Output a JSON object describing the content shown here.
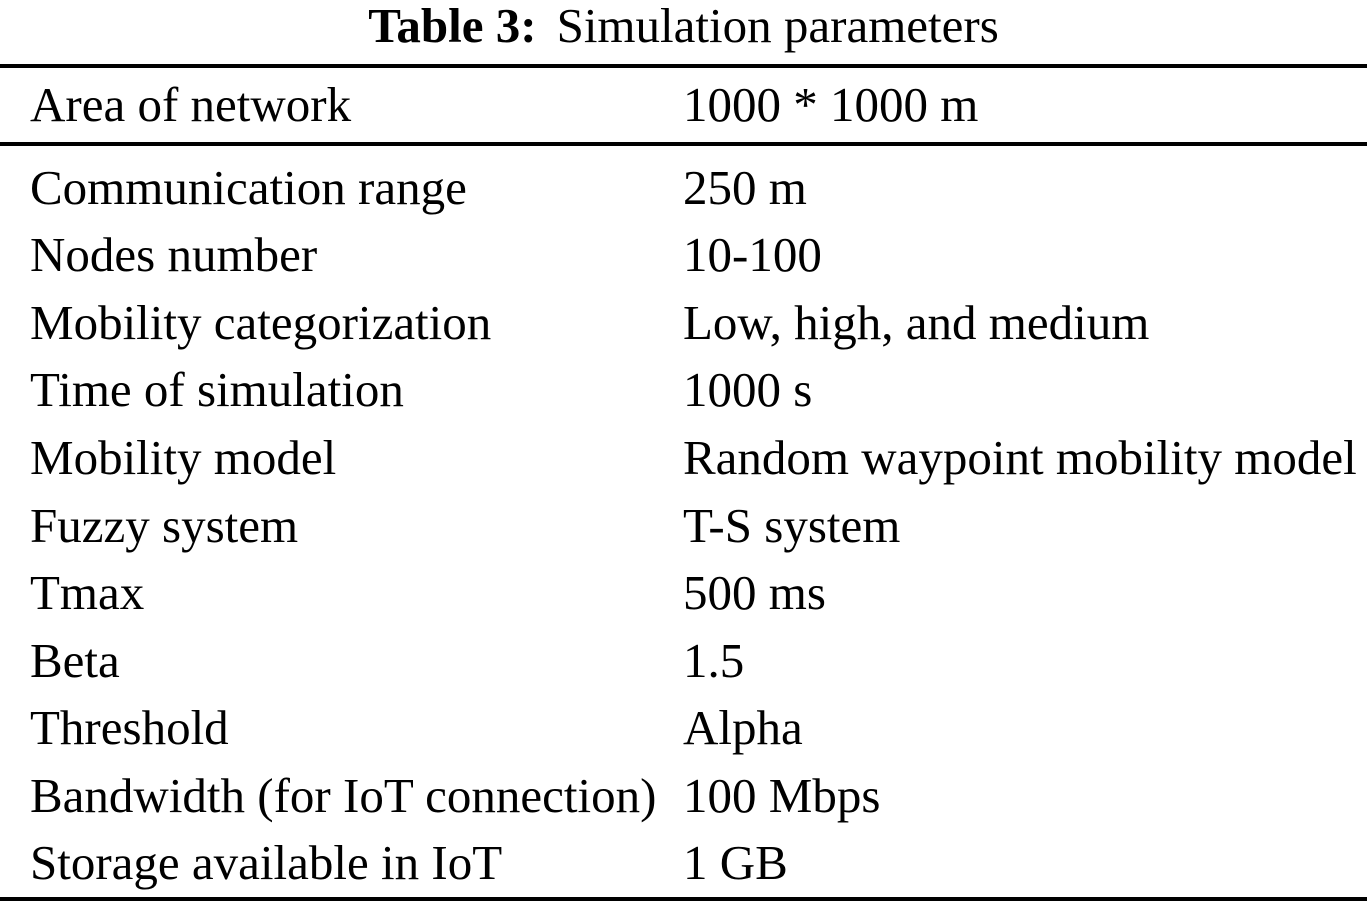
{
  "page": {
    "background": "#ffffff",
    "text_color": "#000000",
    "rule_color": "#000000"
  },
  "caption": {
    "label": "Table 3:",
    "title": "Simulation parameters"
  },
  "table": {
    "columns": [
      "parameter",
      "value"
    ],
    "rows": [
      {
        "parameter": "Area of network",
        "value": "1000 * 1000 m"
      },
      {
        "parameter": "Communication range",
        "value": "250 m"
      },
      {
        "parameter": "Nodes number",
        "value": "10-100"
      },
      {
        "parameter": "Mobility categorization",
        "value": "Low, high, and medium"
      },
      {
        "parameter": "Time of simulation",
        "value": "1000 s"
      },
      {
        "parameter": "Mobility model",
        "value": "Random waypoint mobility model"
      },
      {
        "parameter": "Fuzzy system",
        "value": "T-S system"
      },
      {
        "parameter": "Tmax",
        "value": "500 ms"
      },
      {
        "parameter": "Beta",
        "value": "1.5"
      },
      {
        "parameter": "Threshold",
        "value": "Alpha"
      },
      {
        "parameter": "Bandwidth (for IoT connection)",
        "value": "100 Mbps"
      },
      {
        "parameter": "Storage available in IoT",
        "value": "1 GB"
      }
    ]
  }
}
